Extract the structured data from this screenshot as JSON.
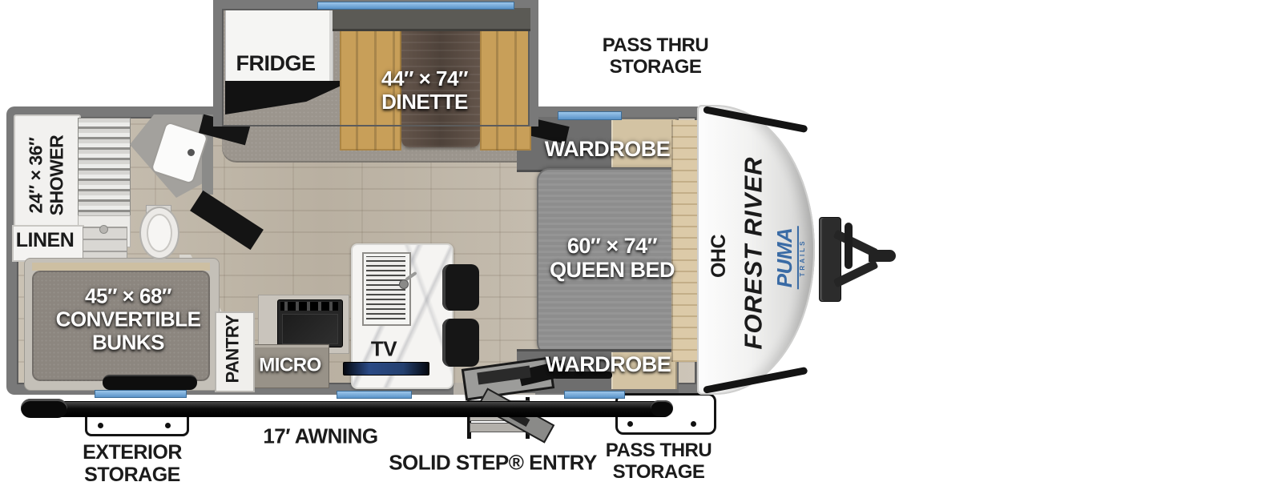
{
  "branding": {
    "manufacturer": "FOREST RIVER",
    "model": "PUMA",
    "model_tagline": "TRAILS"
  },
  "exterior": {
    "pass_thru_line1": "PASS THRU",
    "pass_thru_line2": "STORAGE",
    "exterior_storage_line1": "EXTERIOR",
    "exterior_storage_line2": "STORAGE",
    "awning": "17′ AWNING",
    "entry": "SOLID STEP® ENTRY"
  },
  "rooms": {
    "fridge": "FRIDGE",
    "dinette": {
      "dims": "44″ × 74″",
      "label": "DINETTE"
    },
    "wardrobe": "WARDROBE",
    "queen_bed": {
      "dims": "60″ × 74″",
      "label": "QUEEN BED"
    },
    "ohc": "OHC",
    "shower": {
      "dims": "24″ × 36″",
      "label": "SHOWER"
    },
    "linen": "LINEN",
    "bunks": {
      "dims": "45″ × 68″",
      "label_line1": "CONVERTIBLE",
      "label_line2": "BUNKS"
    },
    "pantry": "PANTRY",
    "micro": "MICRO",
    "tv": "TV"
  },
  "colors": {
    "window_blue": "#6fa8dc",
    "puma_blue": "#3a6ba5",
    "bench_tan": "#c89f59",
    "wall_gray": "#797979"
  }
}
